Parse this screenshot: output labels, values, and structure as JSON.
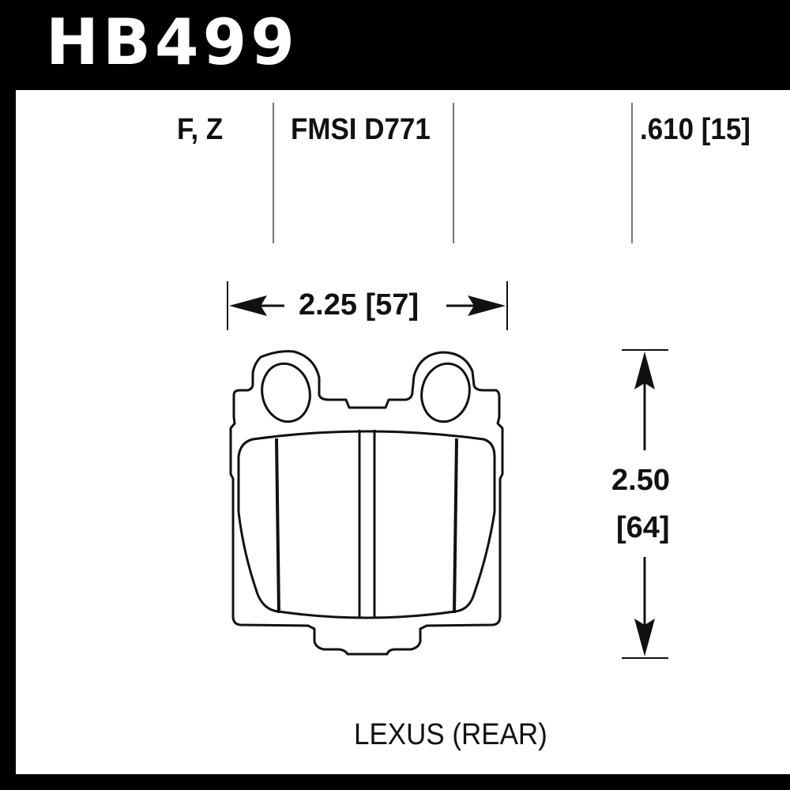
{
  "part_number": "HB499",
  "specs": {
    "compounds": "F, Z",
    "fmsi": "FMSI D771",
    "thickness": ".610 [15]"
  },
  "dimensions": {
    "width": "2.25 [57]",
    "height_in": "2.50",
    "height_mm": "[64]"
  },
  "application": "LEXUS (REAR)",
  "colors": {
    "frame": "#000000",
    "background": "#ffffff",
    "line": "#111111"
  }
}
